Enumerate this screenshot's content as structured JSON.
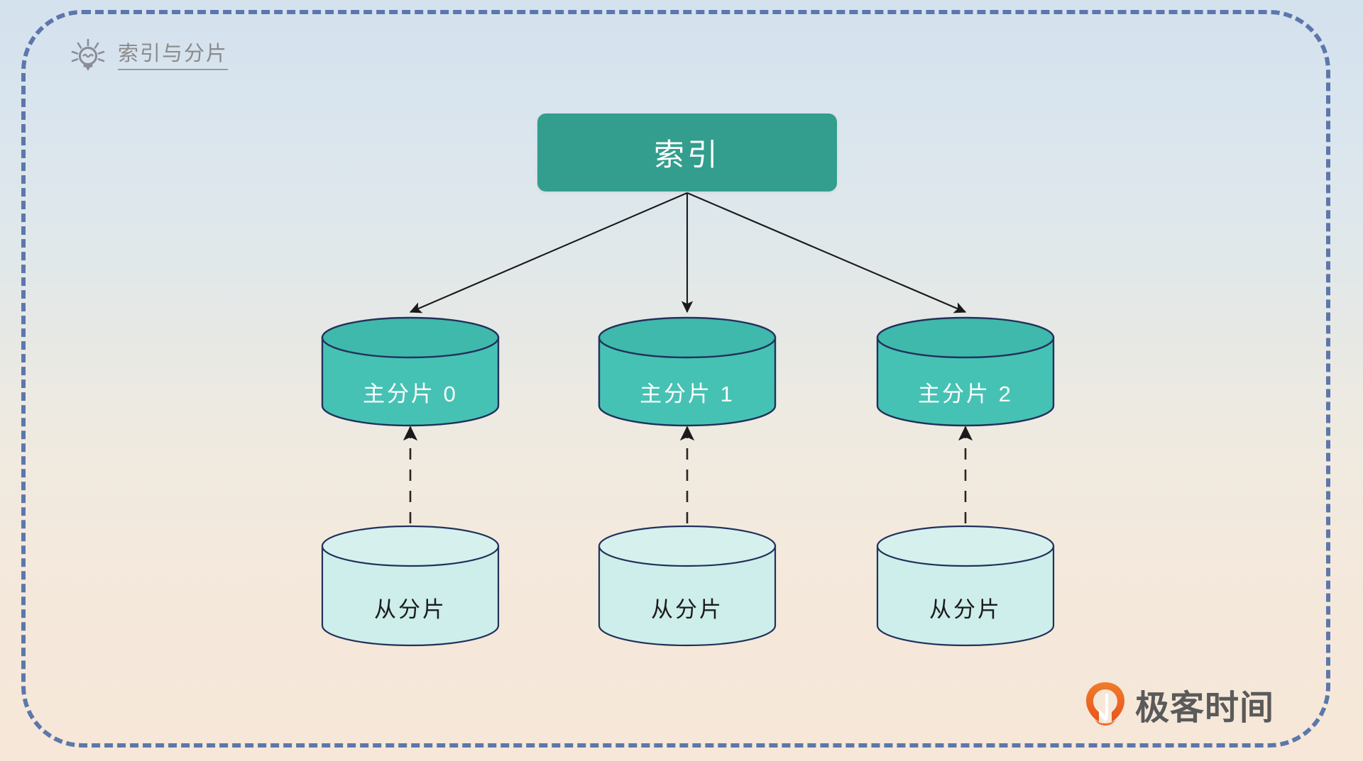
{
  "diagram": {
    "title": "索引与分片",
    "title_icon": "lightbulb-icon",
    "root": {
      "label": "索引",
      "fill": "#339e8d",
      "text_color": "#ffffff"
    },
    "primary_shards": [
      {
        "label": "主分片 0"
      },
      {
        "label": "主分片 1"
      },
      {
        "label": "主分片 2"
      }
    ],
    "replica_shards": [
      {
        "label": "从分片"
      },
      {
        "label": "从分片"
      },
      {
        "label": "从分片"
      }
    ],
    "colors": {
      "frame_border": "#5c77ab",
      "primary_shard_fill": "#46c2b4",
      "primary_shard_top": "#3fb9ab",
      "replica_shard_fill": "#cdeeea",
      "replica_shard_top": "#d6f1ed",
      "shard_stroke": "#22315c",
      "connector": "#1a1a1a",
      "background_top": "#d4e2ee",
      "background_bottom": "#f6e7d8",
      "title_text": "#8a8a8a",
      "brand_orange": "#ef6c23"
    },
    "edges": {
      "index_to_primary_style": "solid-arrow",
      "replica_to_primary_style": "dashed-arrow"
    }
  },
  "brand": {
    "name": "极客时间",
    "mark": "geektime-logo-icon"
  }
}
